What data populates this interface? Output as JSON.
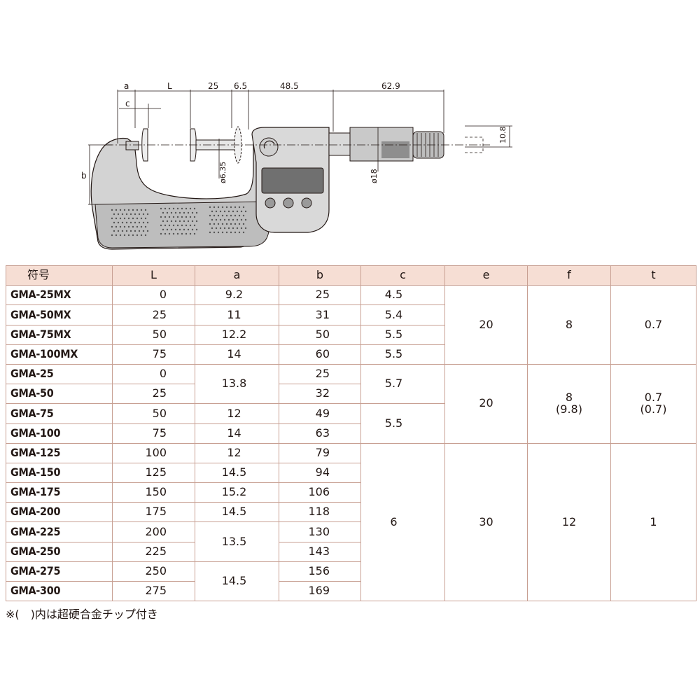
{
  "drawing": {
    "dimensions": {
      "a": "a",
      "c": "c",
      "L": "L",
      "v25": "25",
      "v6_5": "6.5",
      "v48_5": "48.5",
      "v62_9": "62.9",
      "b": "b",
      "phi635": "ø6.35",
      "phi18": "ø18",
      "v10_8": "10.8"
    },
    "colors": {
      "body": "#d9d9d9",
      "body_dark": "#a5a5a5",
      "line": "#231815",
      "display": "#707070"
    }
  },
  "table": {
    "headers": [
      "符号",
      "L",
      "a",
      "b",
      "c",
      "e",
      "f",
      "t"
    ],
    "rows": [
      {
        "model": "GMA-25MX",
        "L": "0",
        "a": "9.2",
        "b": "25",
        "c": "4.5"
      },
      {
        "model": "GMA-50MX",
        "L": "25",
        "a": "11",
        "b": "31",
        "c": "5.4"
      },
      {
        "model": "GMA-75MX",
        "L": "50",
        "a": "12.2",
        "b": "50",
        "c": "5.5"
      },
      {
        "model": "GMA-100MX",
        "L": "75",
        "a": "14",
        "b": "60",
        "c": "5.5"
      },
      {
        "model": "GMA-25",
        "L": "0",
        "a": "13.8",
        "b": "25",
        "c": "5.7"
      },
      {
        "model": "GMA-50",
        "L": "25",
        "b": "32"
      },
      {
        "model": "GMA-75",
        "L": "50",
        "a": "12",
        "b": "49",
        "c": "5.5"
      },
      {
        "model": "GMA-100",
        "L": "75",
        "a": "14",
        "b": "63"
      },
      {
        "model": "GMA-125",
        "L": "100",
        "a": "12",
        "b": "79",
        "c": "6"
      },
      {
        "model": "GMA-150",
        "L": "125",
        "a": "14.5",
        "b": "94"
      },
      {
        "model": "GMA-175",
        "L": "150",
        "a": "15.2",
        "b": "106"
      },
      {
        "model": "GMA-200",
        "L": "175",
        "a": "14.5",
        "b": "118"
      },
      {
        "model": "GMA-225",
        "L": "200",
        "a": "13.5",
        "b": "130"
      },
      {
        "model": "GMA-250",
        "L": "225",
        "b": "143"
      },
      {
        "model": "GMA-275",
        "L": "250",
        "a": "14.5",
        "b": "156"
      },
      {
        "model": "GMA-300",
        "L": "275",
        "b": "169"
      }
    ],
    "groups": [
      {
        "e": "20",
        "f": "8",
        "t": "0.7"
      },
      {
        "e": "20",
        "f": "8",
        "f_sub": "(9.8)",
        "t": "0.7",
        "t_sub": "(0.7)"
      },
      {
        "e": "30",
        "f": "12",
        "t": "1"
      }
    ]
  },
  "footnote": "※(　)内は超硬合金チップ付き"
}
